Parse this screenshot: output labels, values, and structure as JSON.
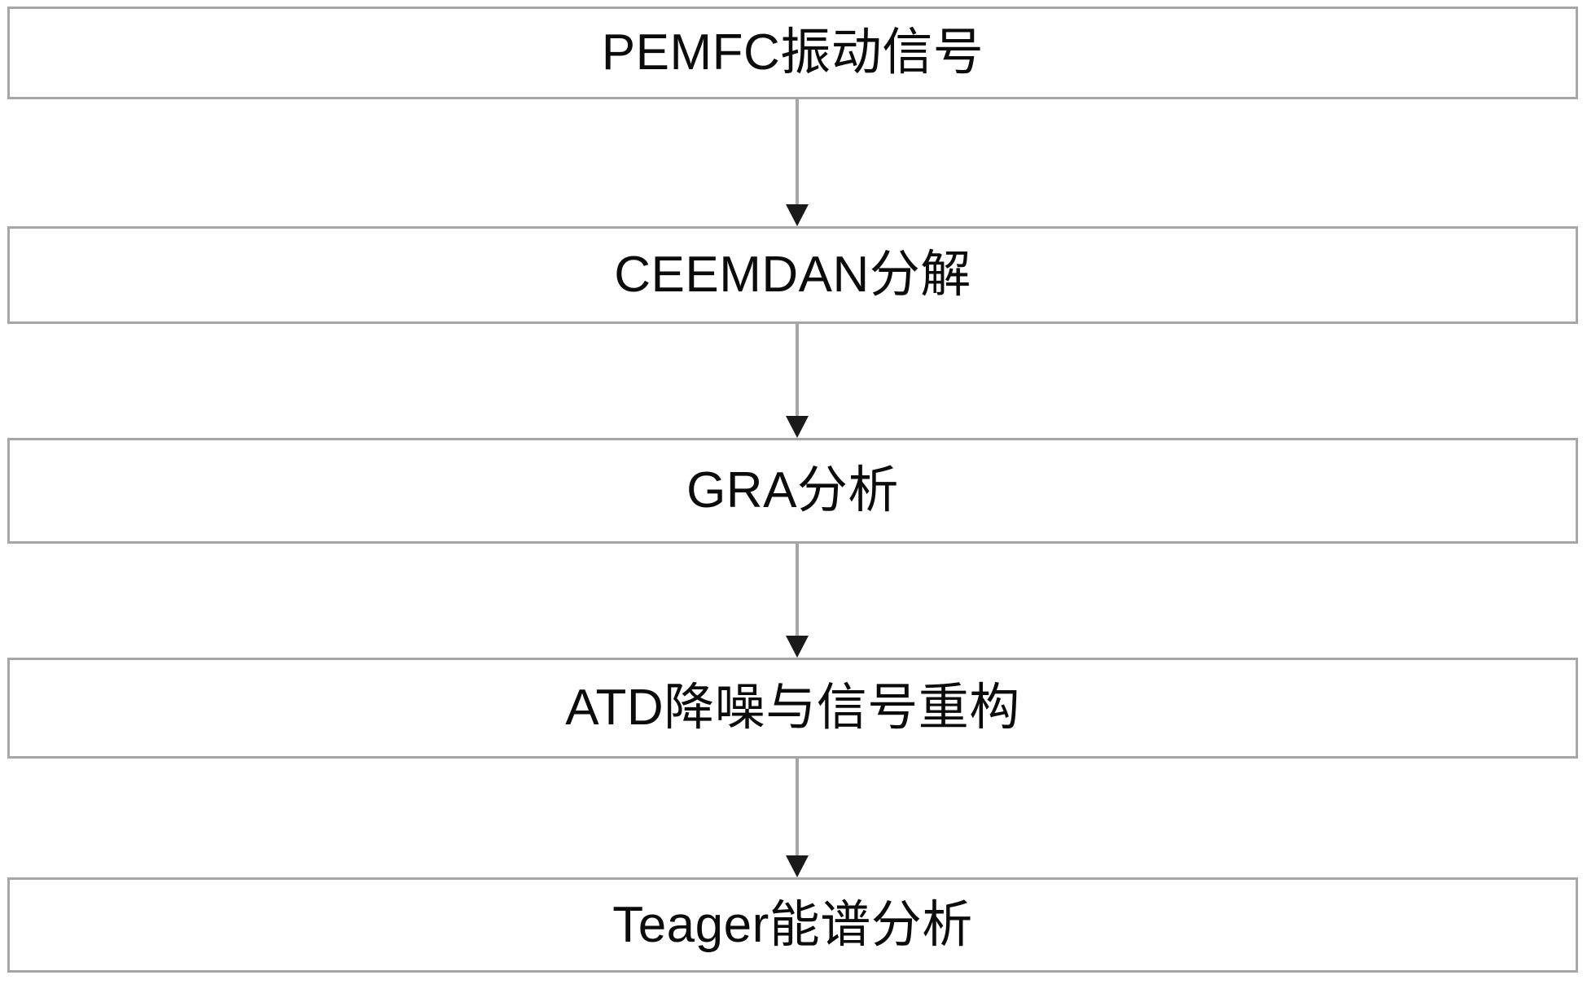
{
  "diagram": {
    "title": "PEMFC vibration signal processing flowchart",
    "orientation": "vertical-top-to-bottom",
    "box_border_color": "#a6a6a6",
    "box_fill_color": "#ffffff",
    "text_color": "#0b0b0b",
    "arrow_line_color": "#a6a6a6",
    "arrow_head_color": "#1a1a1a",
    "nodes": [
      {
        "id": "node-1",
        "label": "PEMFC振动信号"
      },
      {
        "id": "node-2",
        "label": "CEEMDAN分解"
      },
      {
        "id": "node-3",
        "label": "GRA分析"
      },
      {
        "id": "node-4",
        "label": "ATD降噪与信号重构"
      },
      {
        "id": "node-5",
        "label": "Teager能谱分析"
      }
    ],
    "connectors": [
      {
        "id": "connector-1",
        "from": "node-1",
        "to": "node-2"
      },
      {
        "id": "connector-2",
        "from": "node-2",
        "to": "node-3"
      },
      {
        "id": "connector-3",
        "from": "node-3",
        "to": "node-4"
      },
      {
        "id": "connector-4",
        "from": "node-4",
        "to": "node-5"
      }
    ]
  }
}
